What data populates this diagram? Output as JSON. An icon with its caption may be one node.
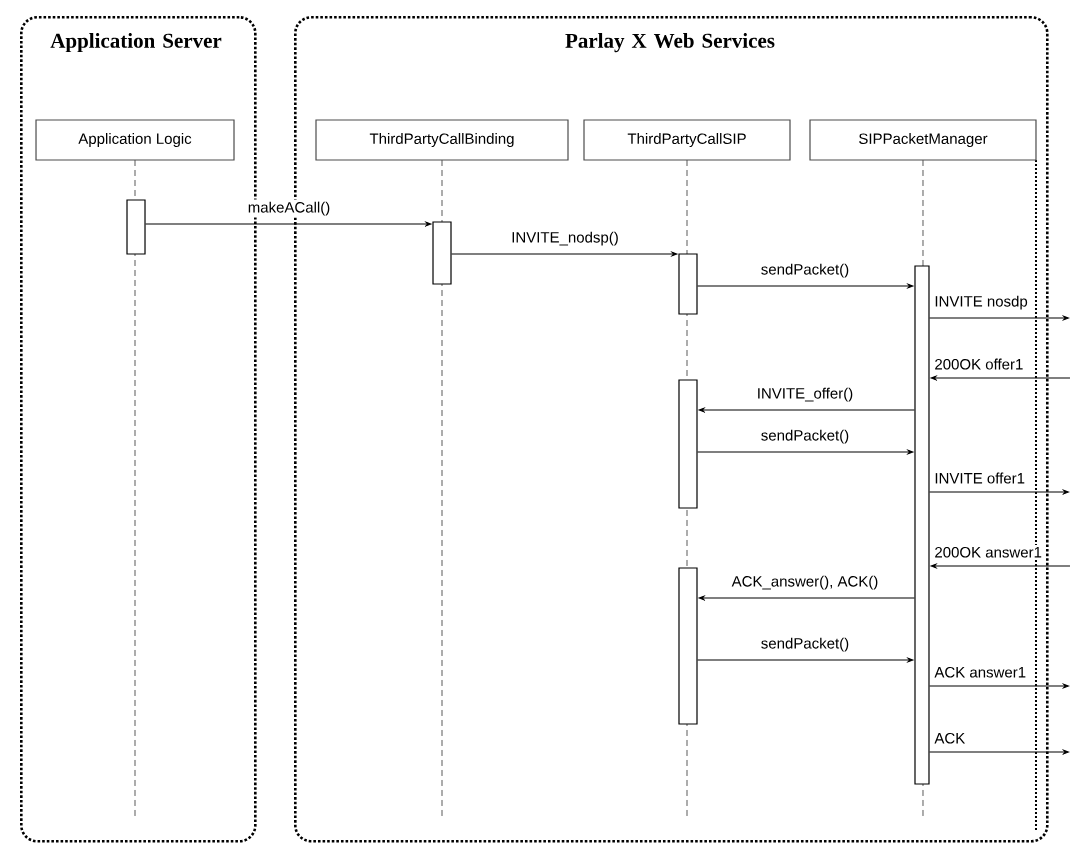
{
  "diagram": {
    "nodes": [
      {
        "text": [
          "Application Server"
        ]
      },
      {
        "text": [
          "Parlay X Web Services"
        ]
      },
      {
        "text": [
          "Application Logic"
        ],
        "in": 0
      },
      {
        "text": [
          "ThirdPartyCallBinding"
        ],
        "in": 1
      },
      {
        "text": [
          "ThirdPartyCallSIP"
        ],
        "in": 1
      },
      {
        "text": [
          "SIPPacketManager"
        ],
        "in": 1
      },
      {
        "text": [],
        "shape": "bar",
        "in": 0
      },
      {
        "text": [],
        "shape": "bar",
        "in": 1
      },
      {
        "text": [],
        "shape": "bar",
        "in": 1
      },
      {
        "text": [],
        "shape": "bar",
        "in": 1
      },
      {
        "text": [],
        "shape": "bar",
        "in": 1
      },
      {
        "text": [],
        "shape": "bar",
        "in": 1
      }
    ],
    "edges": [
      {
        "from": 6,
        "to": 7,
        "arrow": "to",
        "label": "makeACall()"
      },
      {
        "from": 7,
        "to": 8,
        "arrow": "to",
        "label": "INVITE_nodsp()"
      },
      {
        "from": 8,
        "to": 11,
        "arrow": "to",
        "label": "sendPacket()"
      },
      {
        "from": 11,
        "to": null,
        "arrow": "to",
        "label": "INVITE nosdp"
      },
      {
        "from": null,
        "to": 11,
        "arrow": "to",
        "label": "200OK offer1"
      },
      {
        "from": 11,
        "to": 9,
        "arrow": "to",
        "label": "INVITE_offer()"
      },
      {
        "from": 9,
        "to": 11,
        "arrow": "to",
        "label": "sendPacket()"
      },
      {
        "from": 11,
        "to": null,
        "arrow": "to",
        "label": "INVITE offer1"
      },
      {
        "from": null,
        "to": 11,
        "arrow": "to",
        "label": "200OK answer1"
      },
      {
        "from": 11,
        "to": 10,
        "arrow": "to",
        "label": "ACK_answer(), ACK()"
      },
      {
        "from": 10,
        "to": 11,
        "arrow": "to",
        "label": "sendPacket()"
      },
      {
        "from": 11,
        "to": null,
        "arrow": "to",
        "label": "ACK answer1"
      },
      {
        "from": 11,
        "to": null,
        "arrow": "to",
        "label": "ACK"
      }
    ]
  }
}
